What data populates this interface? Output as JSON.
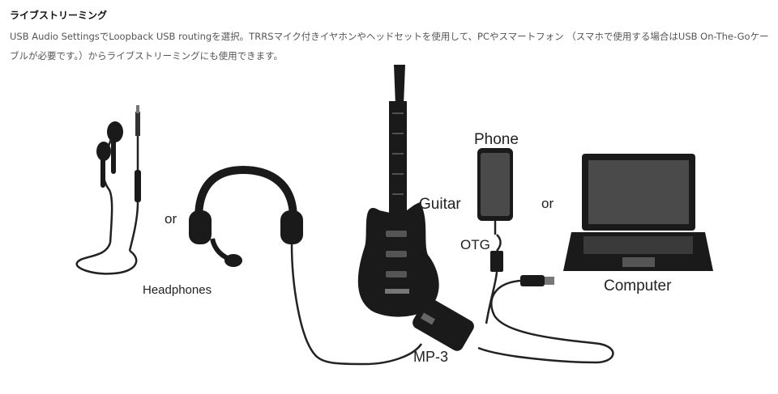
{
  "section": {
    "title": "ライブストリーミング",
    "description_line1": "USB Audio SettingsでLoopback USB routingを選択。TRRSマイク付きイヤホンやヘッドセットを使用して、PCやスマートフォン （スマホで使用する場合はUSB On-The-Goケー",
    "description_line2": "ブルが必要です。）からライブストリーミングにも使用できます。"
  },
  "diagram": {
    "labels": {
      "or_left": "or",
      "headphones": "Headphones",
      "guitar": "Guitar",
      "phone": "Phone",
      "or_right": "or",
      "otg": "OTG",
      "computer": "Computer",
      "mp3": "MP-3"
    },
    "colors": {
      "device": "#1a1a1a",
      "screen": "#4a4a4a",
      "text": "#222222"
    }
  }
}
